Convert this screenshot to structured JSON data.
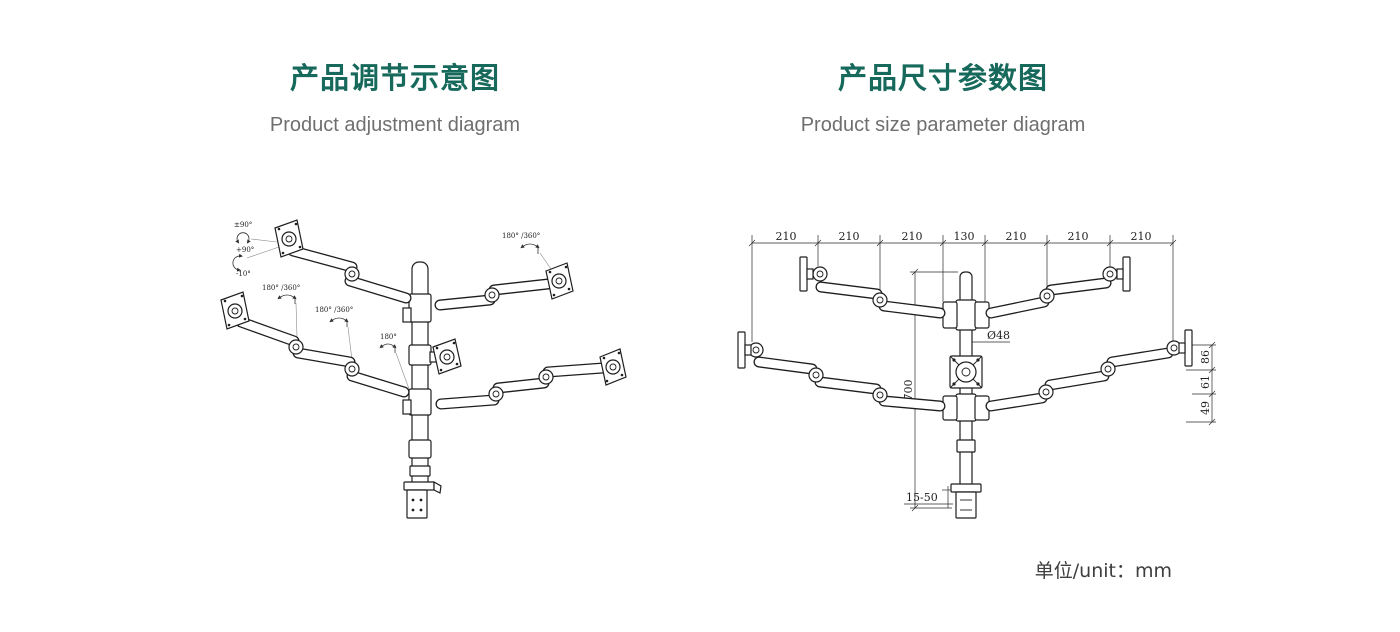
{
  "sections": {
    "adjustment": {
      "title": "产品调节示意图",
      "subtitle": "Product adjustment diagram"
    },
    "size": {
      "title": "产品尺寸参数图",
      "subtitle": "Product size parameter diagram"
    }
  },
  "adjustment_labels": {
    "tilt_range": "±90°",
    "tilt_up": "+90°",
    "tilt_down": "-10°",
    "swivel_top_right": "180° /360°",
    "swivel_left": "180° /360°",
    "swivel_middle": "180° /360°",
    "swivel_pole": "180°"
  },
  "size_dimensions": {
    "widths": [
      "210",
      "210",
      "210",
      "130",
      "210",
      "210",
      "210"
    ],
    "pole_diameter": "Ø48",
    "pole_height": "700",
    "clamp_range": "15-50",
    "offsets": [
      "86",
      "61",
      "49"
    ]
  },
  "unit_note": "单位/unit：mm",
  "colors": {
    "title": "#17695b",
    "subtitle": "#6f6f6f",
    "line_art": "#1e1e1e"
  }
}
